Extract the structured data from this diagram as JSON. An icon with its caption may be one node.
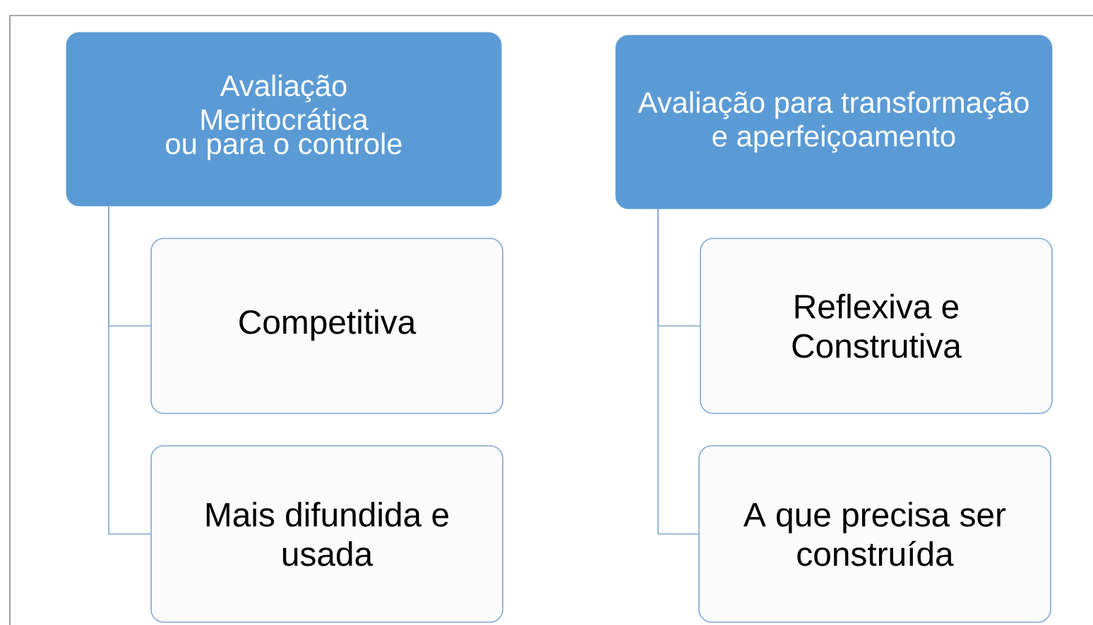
{
  "diagram": {
    "nodes": [
      {
        "text": [
          "Avaliação Meritocrática",
          "ou para o controle"
        ]
      },
      {
        "text": [
          "Competitiva"
        ]
      },
      {
        "text": [
          "Mais difundida e usada"
        ]
      },
      {
        "text": [
          "Avaliação para transformação e aperfeiçoamento"
        ]
      },
      {
        "text": [
          "Reflexiva e Construtiva"
        ]
      },
      {
        "text": [
          "A que precisa ser construída"
        ]
      }
    ],
    "edges": [
      {
        "from": 0,
        "to": 1,
        "arrow": "none"
      },
      {
        "from": 0,
        "to": 2,
        "arrow": "none"
      },
      {
        "from": 3,
        "to": 4,
        "arrow": "none"
      },
      {
        "from": 3,
        "to": 5,
        "arrow": "none"
      }
    ]
  }
}
